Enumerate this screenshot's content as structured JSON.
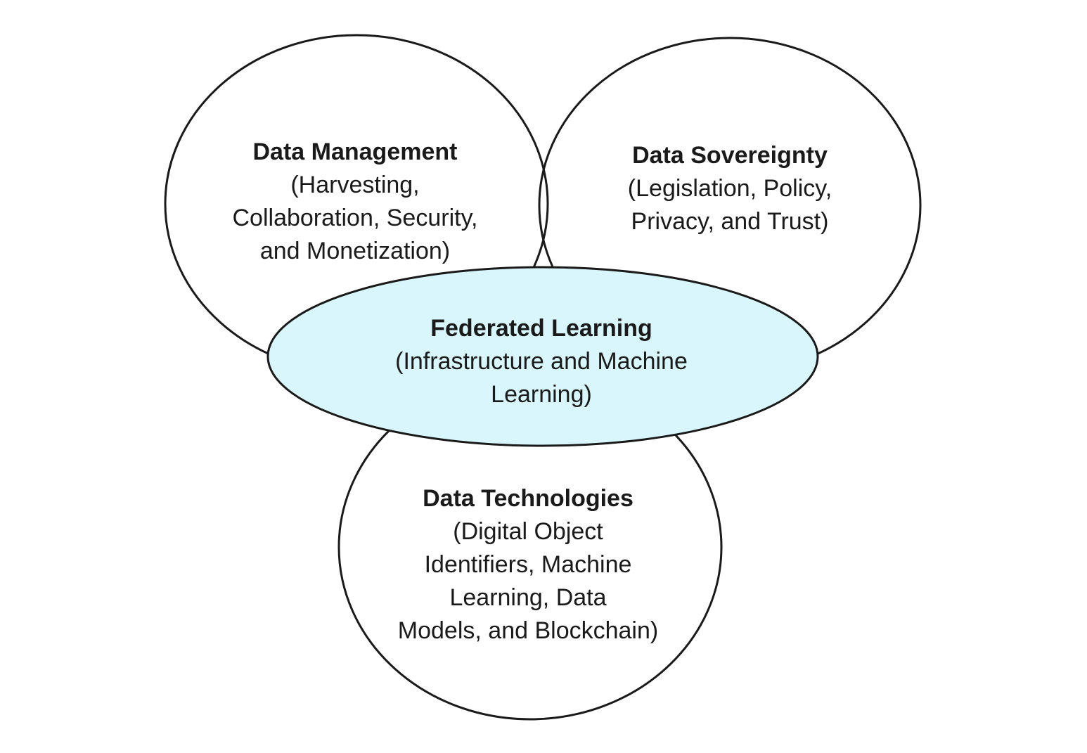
{
  "colors": {
    "stroke": "#1a1a1a",
    "center_fill": "#d8f6fb",
    "background": "#ffffff"
  },
  "nodes": {
    "management": {
      "title": "Data Management",
      "lines": [
        "(Harvesting,",
        "Collaboration, Security,",
        "and Monetization)"
      ]
    },
    "sovereignty": {
      "title": "Data Sovereignty",
      "lines": [
        "(Legislation, Policy,",
        "Privacy, and Trust)"
      ]
    },
    "federated": {
      "title": "Federated Learning",
      "lines": [
        "(Infrastructure and Machine",
        "Learning)"
      ]
    },
    "technologies": {
      "title": "Data Technologies",
      "lines": [
        "(Digital Object",
        "Identifiers, Machine",
        "Learning, Data",
        "Models, and Blockchain)"
      ]
    }
  }
}
